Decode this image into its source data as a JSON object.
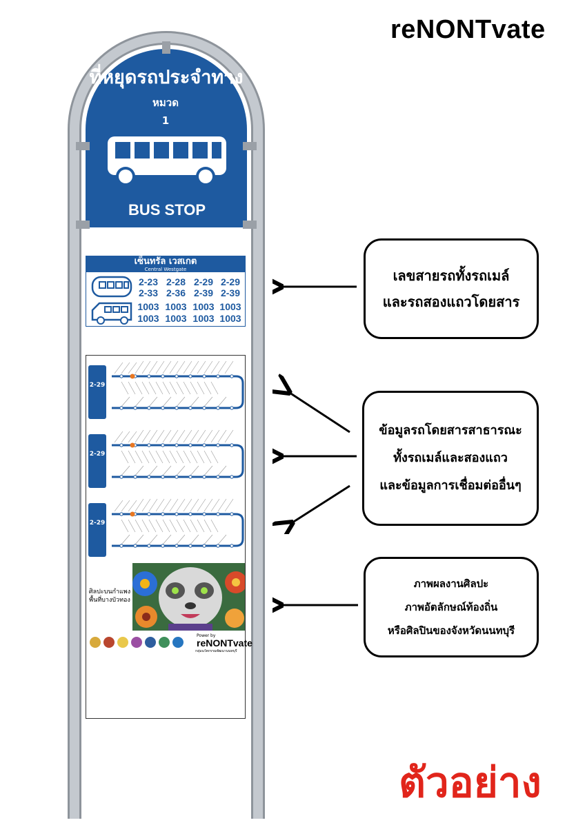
{
  "brand": "reNONTvate",
  "sign": {
    "title": "ที่หยุดรถประจำทาง",
    "category_label": "หมวด",
    "category_number": "1",
    "bus_stop_label": "BUS STOP"
  },
  "route_panel": {
    "stop_name_th": "เซ็นทรัล เวสเกต",
    "stop_name_en": "Central Westgate",
    "bus_routes": [
      "2-23",
      "2-28",
      "2-29",
      "2-29",
      "2-33",
      "2-36",
      "2-39",
      "2-39"
    ],
    "songthaew_routes": [
      "1003",
      "1003",
      "1003",
      "1003",
      "1003",
      "1003",
      "1003",
      "1003"
    ]
  },
  "line_maps": [
    {
      "route": "2-29"
    },
    {
      "route": "2-29"
    },
    {
      "route": "2-29"
    }
  ],
  "art": {
    "label_line1": "ศิลปะบนกำแพง",
    "label_line2": "พื้นที่บางบัวทอง"
  },
  "footer": {
    "powered_by": "Power by",
    "brand": "reNONTvate",
    "sub": "กลุ่มนวัตกรรมพัฒนานนทบุรี"
  },
  "callouts": [
    {
      "lines": [
        "เลขสายรถทั้งรถเมล์",
        "และรถสองแถวโดยสาร"
      ]
    },
    {
      "lines": [
        "ข้อมูลรถโดยสารสาธารณะ",
        "ทั้งรถเมล์และสองแถว",
        "และข้อมูลการเชื่อมต่ออื่นๆ"
      ]
    },
    {
      "lines": [
        "ภาพผลงานศิลปะ",
        "ภาพอัตลักษณ์ท้องถิ่น",
        "หรือศิลปินของจังหวัดนนทบุรี"
      ]
    }
  ],
  "sample_label": "ตัวอย่าง",
  "colors": {
    "sign_blue": "#1e5aa0",
    "pole_gray": "#b7bcc4",
    "sample_red": "#e1251b"
  }
}
